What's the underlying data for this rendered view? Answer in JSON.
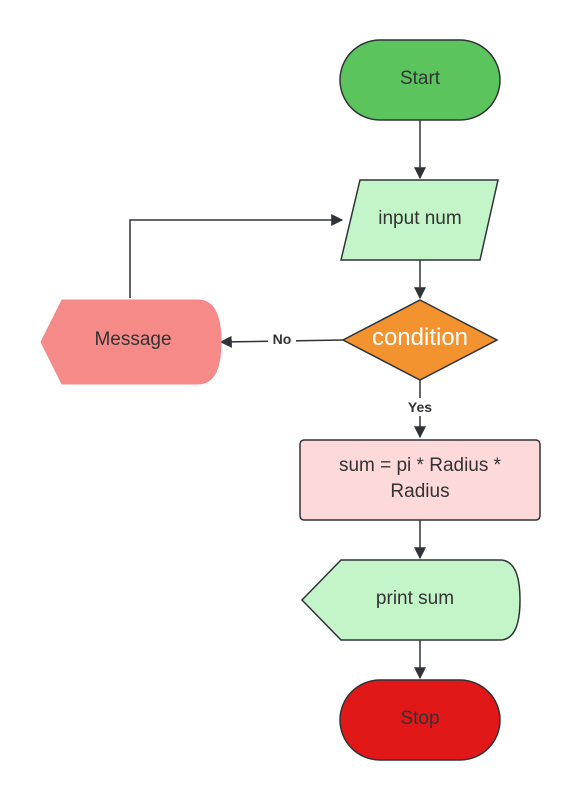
{
  "nodes": {
    "start": {
      "label": "Start",
      "color": "#5cc45c"
    },
    "input": {
      "label": "input num",
      "color": "#c3f5c8"
    },
    "condition": {
      "label": "condition",
      "color": "#f3932f",
      "text_color": "#ffffff"
    },
    "message": {
      "label": "Message",
      "color": "#f58a89"
    },
    "process": {
      "line1": "sum = pi * Radius *",
      "line2": "Radius",
      "color": "#fdd9da"
    },
    "print": {
      "label": "print sum",
      "color": "#c3f5c8"
    },
    "stop": {
      "label": "Stop",
      "color": "#e21717"
    }
  },
  "edges": {
    "no_label": "No",
    "yes_label": "Yes"
  },
  "colors": {
    "stroke": "#2f3338",
    "text": "#333333"
  }
}
